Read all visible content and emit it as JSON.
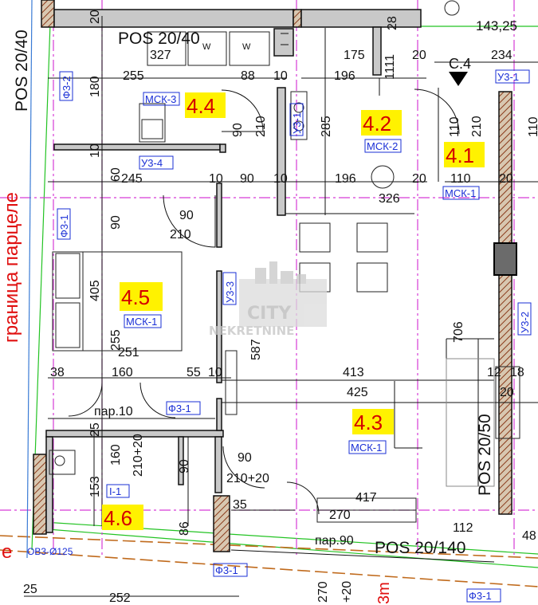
{
  "dimensions": {
    "d_20_top": "20",
    "d_28": "28",
    "d_143_25": "143,25",
    "d_327": "327",
    "d_175": "175",
    "d_20_a": "20",
    "d_234": "234",
    "d_255_a": "255",
    "d_88": "88",
    "d_10_a": "10",
    "d_196_a": "196",
    "d_1111": "1111",
    "d_180": "180",
    "d_90_a": "90",
    "d_210_a": "210",
    "d_285": "285",
    "d_110_a": "110",
    "d_210_b": "210",
    "d_110_right": "110",
    "d_10_b": "10",
    "d_60": "60",
    "d_245": "245",
    "d_10_c": "10",
    "d_90_b": "90",
    "d_10_d": "10",
    "d_196_b": "196",
    "d_20_b": "20",
    "d_110_b": "110",
    "d_20_c": "20",
    "d_326": "326",
    "d_90_c": "90",
    "d_210_c": "210",
    "d_90_d": "90",
    "d_405": "405",
    "d_255_b": "255",
    "d_251": "251",
    "d_587": "587",
    "d_706": "706",
    "d_38": "38",
    "d_160_a": "160",
    "d_55": "55",
    "d_10_e": "10",
    "d_413": "413",
    "d_12": "12",
    "d_18": "18",
    "d_425": "425",
    "d_20_d": "20",
    "d_par10": "пар.10",
    "d_25_a": "25",
    "d_160_b": "160",
    "d_210_20_a": "210+20",
    "d_153": "153",
    "d_90_e": "90",
    "d_90_f": "90",
    "d_210_20_b": "210+20",
    "d_417": "417",
    "d_35": "35",
    "d_270_a": "270",
    "d_86": "86",
    "d_112": "112",
    "d_48": "48",
    "d_par90": "пар.90",
    "d_25_b": "25",
    "d_252": "252",
    "d_270_b": "270",
    "d_20_plus": "+20",
    "d_3m": "3m",
    "letter_e": "е",
    "d_w1": "W",
    "d_w2": "W"
  },
  "pos_labels": {
    "pos_20_40_top": "POS 20/40",
    "pos_20_40_side": "POS 20/40",
    "pos_20_50": "POS 20/50",
    "pos_20_140": "POS 20/140",
    "section": "C.4"
  },
  "rooms": [
    {
      "number": "4.1",
      "code": "МСК-1"
    },
    {
      "number": "4.2",
      "code": "МСК-2"
    },
    {
      "number": "4.3",
      "code": "МСК-1"
    },
    {
      "number": "4.4",
      "code": "МСК-3"
    },
    {
      "number": "4.5",
      "code": "МСК-1"
    },
    {
      "number": "4.6",
      "code": "I-1"
    }
  ],
  "codes": {
    "f3_2": "Ф3-2",
    "f3_1_left": "Ф3-1",
    "u3_4": "У3-4",
    "u3_1_stove": "У3-1",
    "u3_1_top": "У3-1",
    "msk1_right": "МСК-1",
    "u3_3": "У3-3",
    "u3_2": "У3-2",
    "f3_1_mid": "Ф3-1",
    "f3_1_bottom": "Ф3-1",
    "f3_1_br": "Ф3-1",
    "ov3": "ОВ3-Ø125"
  },
  "parcel_label": "граница парцеле",
  "watermark": {
    "line1": "CITY",
    "line2": "NEKRETNINE"
  },
  "colors": {
    "room_number": "#d40000",
    "room_highlight": "#fff200",
    "code_blue": "#1a2fd6",
    "axis_magenta": "#d63bd6",
    "line_green": "#23c323",
    "parcel_red": "#e01010",
    "boundary_brown": "#c06a1c"
  }
}
